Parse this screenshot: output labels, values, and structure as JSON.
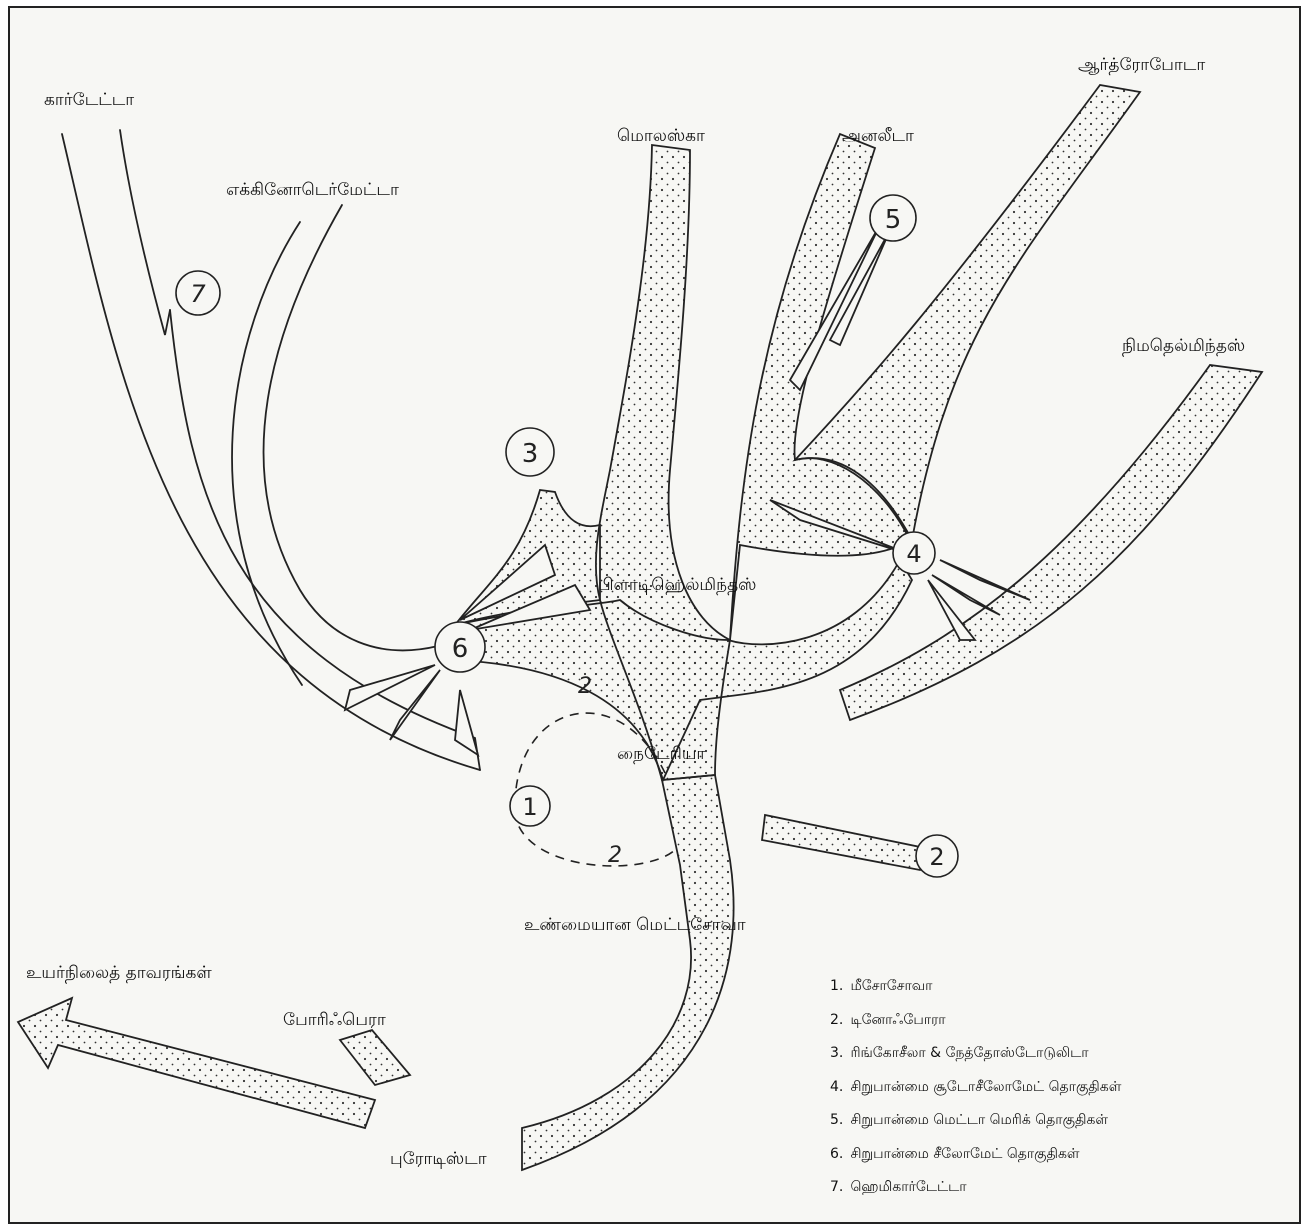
{
  "labels": {
    "chordata": "கார்டேட்டா",
    "echinodermata": "எக்கினோடெர்மேட்டா",
    "mollusca": "மொலஸ்கா",
    "annelida": "அனலீடா",
    "arthropoda": "ஆர்த்ரோபோடா",
    "nemathelminthes": "நிமதெல்மிந்தஸ்",
    "platyhelminthes": "பிளாடிஹெல்மிந்தஸ்",
    "cnidaria": "நைடேரியா",
    "eumetazoa": "உண்மையான மெட்டசோவா",
    "higher_plants": "உயர்நிலைத் தாவரங்கள்",
    "porifera": "போரிஃபெரா",
    "protista": "புரோடிஸ்டா"
  },
  "nodes": [
    "1",
    "2",
    "3",
    "4",
    "5",
    "6",
    "7"
  ],
  "dashed_labels": [
    "2",
    "2"
  ],
  "legend": [
    {
      "num": "1.",
      "text": "மீசோசோவா"
    },
    {
      "num": "2.",
      "text": "டினோஃபோரா"
    },
    {
      "num": "3.",
      "text": "ரிங்கோசீலா & நேத்தோஸ்டோடுலிடா"
    },
    {
      "num": "4.",
      "text": "சிறுபான்மை சூடோசீலோமேட் தொகுதிகள்"
    },
    {
      "num": "5.",
      "text": "சிறுபான்மை மெட்டா மெரிக் தொகுதிகள்"
    },
    {
      "num": "6.",
      "text": "சிறுபான்மை சீலோமேட் தொகுதிகள்"
    },
    {
      "num": "7.",
      "text": "ஹெமிகார்டேட்டா"
    }
  ]
}
